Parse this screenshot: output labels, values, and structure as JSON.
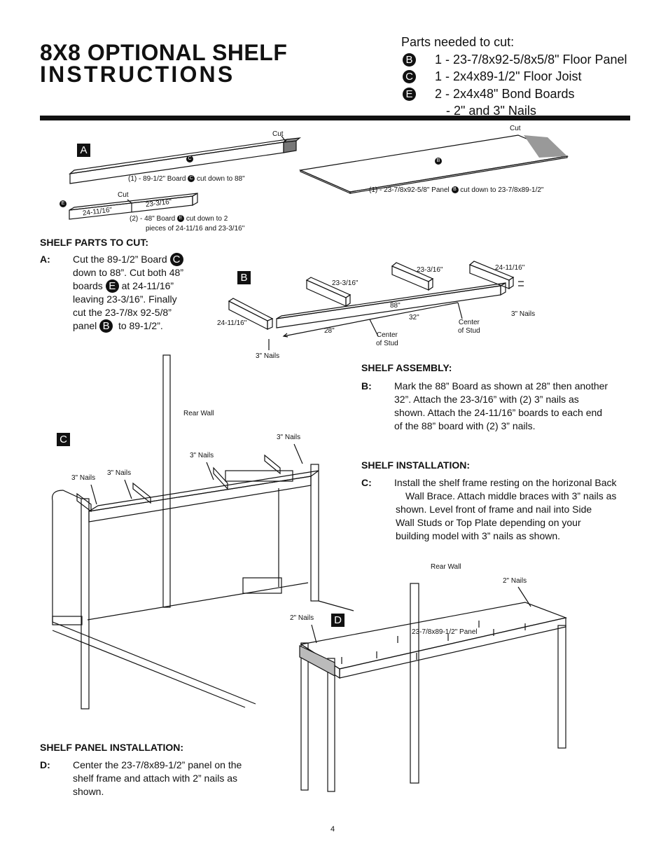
{
  "header": {
    "title_line1": "8X8 OPTIONAL SHELF",
    "title_line2": "INSTRUCTIONS",
    "parts_heading": "Parts needed to cut:",
    "parts": [
      {
        "letter": "B",
        "text": "1 - 23-7/8x92-5/8x5/8\" Floor Panel"
      },
      {
        "letter": "C",
        "text": "1 - 2x4x89-1/2\" Floor Joist"
      },
      {
        "letter": "E",
        "text": "2 - 2x4x48\" Bond Boards"
      },
      {
        "letter": "",
        "text": "- 2\" and 3\" Nails"
      }
    ]
  },
  "diagram_a": {
    "label": "A",
    "cut1": "Cut",
    "cut2": "Cut",
    "cut3": "Cut",
    "board_c_letter": "C",
    "panel_b_letter": "B",
    "board_e_letter": "E",
    "caption_c_pre": "(1) - 89-1/2\" Board",
    "caption_c_post": "cut down to 88\"",
    "caption_b_pre": "(1) - 23-7/8x92-5/8\" Panel",
    "caption_b_post": "cut down to 23-7/8x89-1/2\"",
    "dim_left": "24-11/16\"",
    "dim_right": "23-3/16\"",
    "caption_e_pre": "(2) - 48\" Board",
    "caption_e_post": "cut down to 2",
    "caption_e_line2": "pieces of 24-11/16 and 23-3/16\""
  },
  "parts_to_cut": {
    "heading": "SHELF PARTS TO CUT:",
    "key": "A:",
    "l1_pre": "Cut the 89-1/2” Board",
    "l1_letter": "C",
    "l2": "down to 88”.  Cut both 48”",
    "l3_pre": "boards",
    "l3_letter": "E",
    "l3_post": "at 24-11/16”",
    "l4": "leaving 23-3/16”.  Finally",
    "l5": "cut the 23-7/8x 92-5/8”",
    "l6_pre": "panel",
    "l6_letter": "B",
    "l6_post": "to 89-1/2”."
  },
  "diagram_b": {
    "label": "B",
    "dim_23_a": "23-3/16\"",
    "dim_23_b": "23-3/16\"",
    "dim_24_left": "24-11/16\"",
    "dim_24_right": "24-11/16\"",
    "dim_88": "88\"",
    "dim_32": "32\"",
    "dim_28": "28\"",
    "center_stud_1": "Center",
    "center_stud_1b": "of Stud",
    "center_stud_2": "Center",
    "center_stud_2b": "of Stud",
    "nails_left": "3\" Nails",
    "nails_right": "3\" Nails"
  },
  "shelf_assembly": {
    "heading": "SHELF ASSEMBLY:",
    "key": "B:",
    "lines": [
      "Mark the 88” Board as shown at 28” then another",
      "32”.  Attach the 23-3/16” with (2) 3” nails as",
      "shown.  Attach the 24-11/16” boards to each end",
      "of the 88” board with (2) 3” nails."
    ]
  },
  "diagram_c": {
    "label": "C",
    "rear_wall": "Rear Wall",
    "nails_1": "3\" Nails",
    "nails_2": "3\" Nails",
    "nails_3": "3\" Nails",
    "nails_4": "3\" Nails"
  },
  "shelf_installation": {
    "heading": "SHELF INSTALLATION:",
    "key": "C:",
    "lines": [
      "Install the shelf frame resting on the horizonal Back",
      "Wall Brace.  Attach middle braces with 3” nails as",
      "shown.  Level front of frame and nail into Side",
      "Wall Studs or Top Plate depending on your",
      "building model with 3” nails as shown."
    ]
  },
  "diagram_d": {
    "label": "D",
    "rear_wall": "Rear Wall",
    "nails_left": "2\" Nails",
    "nails_right": "2\" Nails",
    "panel": "23-7/8x89-1/2\" Panel"
  },
  "panel_installation": {
    "heading": "SHELF PANEL INSTALLATION:",
    "key": "D:",
    "lines": [
      "Center the 23-7/8x89-1/2” panel on the",
      "shelf frame and attach with 2” nails as",
      "shown."
    ]
  },
  "footer": {
    "page_number": "4"
  }
}
